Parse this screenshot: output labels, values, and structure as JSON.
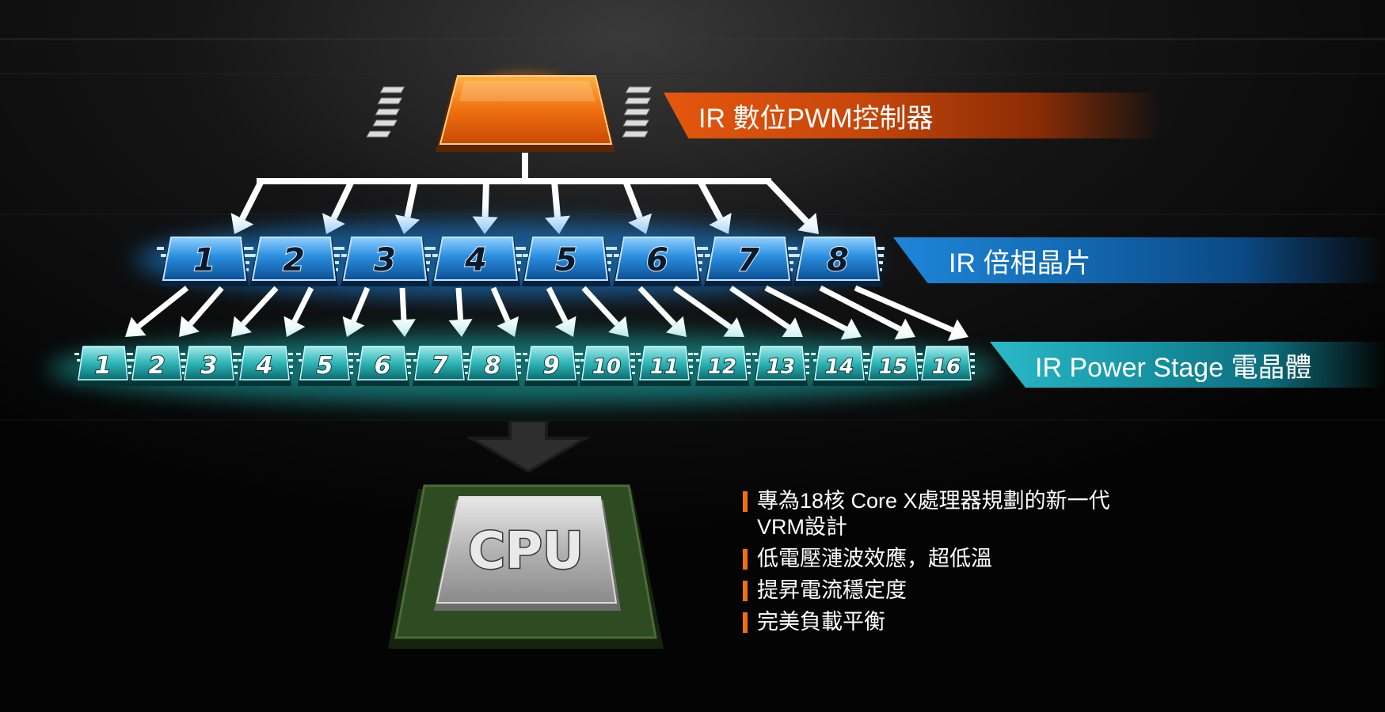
{
  "labels": {
    "pwm_controller": "IR 數位PWM控制器",
    "phase_doubler": "IR 倍相晶片",
    "power_stage": "IR Power Stage 電晶體",
    "cpu": "CPU"
  },
  "doubler_numbers": [
    "1",
    "2",
    "3",
    "4",
    "5",
    "6",
    "7",
    "8"
  ],
  "stage_numbers": [
    "1",
    "2",
    "3",
    "4",
    "5",
    "6",
    "7",
    "8",
    "9",
    "10",
    "11",
    "12",
    "13",
    "14",
    "15",
    "16"
  ],
  "features": [
    {
      "text": "專為18核  Core X處理器規劃的新一代"
    },
    {
      "text": "VRM設計",
      "no_bar": true
    },
    {
      "text": "低電壓漣波效應，超低溫"
    },
    {
      "text": "提昇電流穩定度"
    },
    {
      "text": "完美負載平衡"
    }
  ],
  "colors": {
    "pwm": "#e4570e",
    "doubler": "#1e86d8",
    "stage": "#2ab9c8",
    "bullet": "#f0700f",
    "cpu_substrate": "#3a5a2e"
  }
}
